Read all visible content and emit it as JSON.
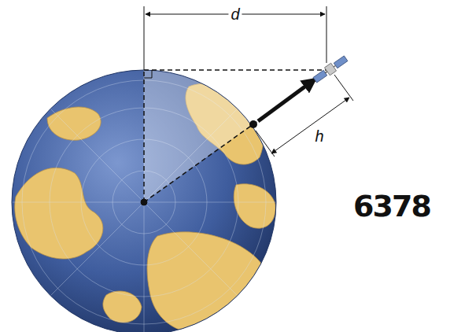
{
  "diagram": {
    "labels": [
      "d",
      "h",
      "6378"
    ]
  }
}
